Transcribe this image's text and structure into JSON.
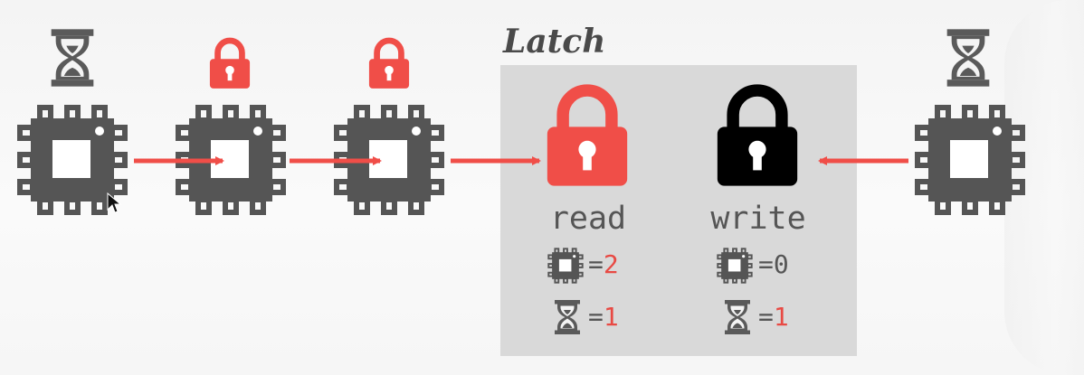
{
  "latch": {
    "title": "Latch",
    "read": {
      "label": "read",
      "cpu_count": "2",
      "wait_count": "1"
    },
    "write": {
      "label": "write",
      "cpu_count": "0",
      "wait_count": "1"
    }
  },
  "symbols": {
    "equals": "="
  },
  "colors": {
    "red": "#f04e48",
    "cpu": "#555555",
    "wait": "#5a5a5a",
    "write_lock": "#000000",
    "box": "#d9d9d9"
  },
  "icons": [
    "hourglass-icon",
    "padlock-icon",
    "cpu-chip-icon",
    "arrow-right-icon",
    "arrow-left-icon",
    "mouse-cursor-icon"
  ]
}
